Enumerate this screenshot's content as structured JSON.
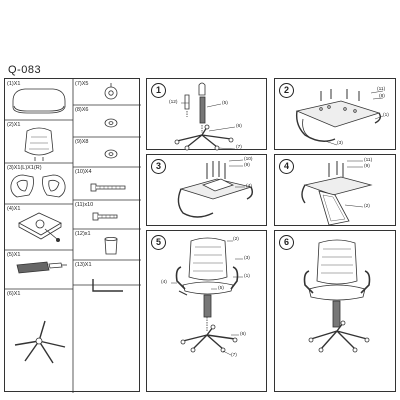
{
  "model": "Q-083",
  "parts": [
    {
      "label": "(1)X1"
    },
    {
      "label": "(2)X1"
    },
    {
      "label": "(3)X1(L)X1(R)"
    },
    {
      "label": "(4)X1"
    },
    {
      "label": "(5)X1"
    },
    {
      "label": "(6)X1"
    },
    {
      "label": "(7)X5"
    },
    {
      "label": "(8)X6"
    },
    {
      "label": "(9)X8"
    },
    {
      "label": "(10)X4"
    },
    {
      "label": "(11)x10"
    },
    {
      "label": "(12)x1"
    },
    {
      "label": "(13)X1"
    }
  ],
  "steps": [
    {
      "num": "1",
      "callouts": [
        "(12)",
        "(5)",
        "(6)",
        "(7)"
      ]
    },
    {
      "num": "2",
      "callouts": [
        "(11)",
        "(8)",
        "(1)",
        "(3)"
      ]
    },
    {
      "num": "3",
      "callouts": [
        "(10)",
        "(9)",
        "(4)"
      ]
    },
    {
      "num": "4",
      "callouts": [
        "(11)",
        "(9)",
        "(2)"
      ]
    },
    {
      "num": "5",
      "callouts": [
        "(2)",
        "(3)",
        "(1)",
        "(4)",
        "(5)",
        "(6)",
        "(7)"
      ]
    },
    {
      "num": "6",
      "callouts": []
    }
  ]
}
